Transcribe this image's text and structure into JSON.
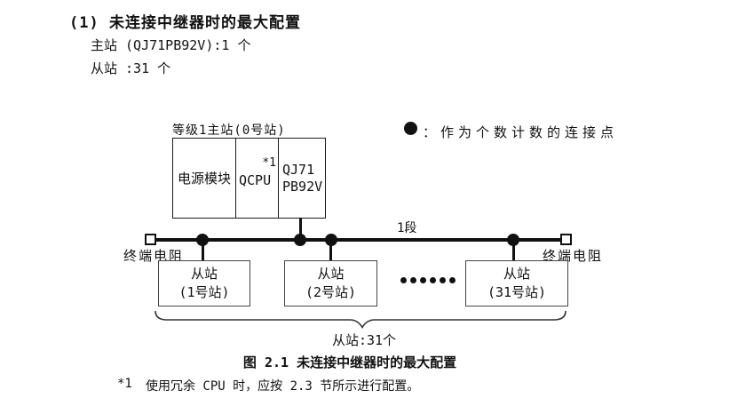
{
  "section": {
    "heading": "(1) 未连接中继器时的最大配置",
    "master_line": "主站 (QJ71PB92V):1 个",
    "slave_line": "从站 :31 个"
  },
  "figure": {
    "master": {
      "label": "等级1主站(0号站)",
      "power_module": "电源模块",
      "cpu": "QCPU",
      "cpu_note": "*1",
      "unit_line1": "QJ71",
      "unit_line2": "PB92V"
    },
    "legend_label": "：作为个数计数的连接点",
    "segment_label": "1段",
    "terminator_left": "终端电阻",
    "terminator_right": "终端电阻",
    "slaves": [
      {
        "line1": "从站",
        "line2": "(1号站)"
      },
      {
        "line1": "从站",
        "line2": "(2号站)"
      },
      {
        "line1": "从站",
        "line2": "(31号站)"
      }
    ],
    "slave_total": "从站:31个",
    "caption": "图 2.1 未连接中继器时的最大配置"
  },
  "footnote": {
    "marker": "*1",
    "text": "使用冗余 CPU 时，应按 2.3 节所示进行配置。"
  },
  "colors": {
    "ink": "#111111",
    "background": "#ffffff"
  }
}
